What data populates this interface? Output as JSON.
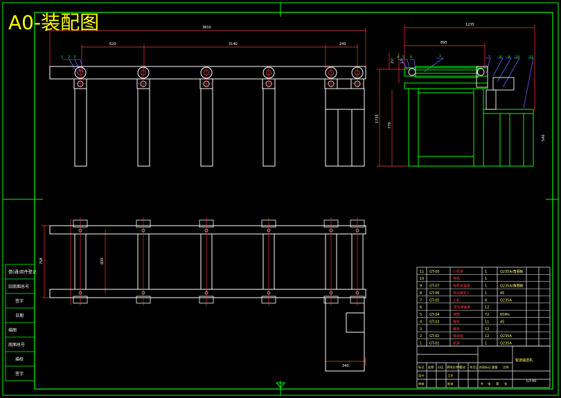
{
  "drawing_title": "A0-装配图",
  "colors": {
    "background": "#000000",
    "frame": "#00ff00",
    "outline": "#ffffff",
    "dimension": "#ff3b3b",
    "leader": "#6a5cff",
    "title": "#ffff00",
    "table_text": "#ffff66",
    "item_number": "#00ff00"
  },
  "front_view": {
    "overall_dim": "3810",
    "dims": [
      "620",
      "3140",
      "240"
    ],
    "item_numbers": [
      "1",
      "2",
      "3"
    ]
  },
  "side_view": {
    "overall_dim": "1235",
    "sub_dim": "895",
    "height_dims": [
      "1735",
      "770",
      "540"
    ],
    "small_dims": [
      "257",
      "377"
    ],
    "item_numbers": [
      "4",
      "5",
      "6",
      "1",
      "7",
      "8",
      "9",
      "10",
      "11"
    ]
  },
  "top_view": {
    "height_dim": "758",
    "inner_dim": "600",
    "motor_dim": "340"
  },
  "left_column_labels": [
    "借(通)用件登记",
    "旧底图总号",
    "签字",
    "日期",
    "描图",
    "底图总号",
    "描校",
    "签字"
  ],
  "bom": [
    {
      "no": "11",
      "code": "GT-00",
      "name": "小机架",
      "qty": "1",
      "material": "Q235A/角钢板"
    },
    {
      "no": "10",
      "code": "",
      "name": "电机",
      "qty": "1",
      "material": ""
    },
    {
      "no": "9",
      "code": "GT-07",
      "name": "电机安装板",
      "qty": "1",
      "material": "Q235A/角钢板"
    },
    {
      "no": "8",
      "code": "GT-06",
      "name": "传动链轮1",
      "qty": "1",
      "material": "45"
    },
    {
      "no": "7",
      "code": "GT-05",
      "name": "上机",
      "qty": "6",
      "material": "Q235A"
    },
    {
      "no": "6",
      "code": "",
      "name": "深沟球轴承",
      "qty": "12",
      "material": ""
    },
    {
      "no": "5",
      "code": "GT-04",
      "name": "滚筒",
      "qty": "72",
      "material": "65Mn"
    },
    {
      "no": "4",
      "code": "GT-03",
      "name": "链轮",
      "qty": "11",
      "material": "45"
    },
    {
      "no": "3",
      "code": "",
      "name": "螺栓",
      "qty": "12",
      "material": ""
    },
    {
      "no": "2",
      "code": "GT-02",
      "name": "轴承座",
      "qty": "12",
      "material": "Q235A"
    },
    {
      "no": "1",
      "code": "GT-01",
      "name": "机架",
      "qty": "1",
      "material": "Q235A"
    }
  ],
  "title_block": {
    "doc_name": "辊道输送机",
    "drawing_no": "GT-00",
    "header_cells": [
      "标记",
      "处数",
      "分区",
      "更改文件号",
      "签名",
      "年月日"
    ],
    "role_cells": [
      "设计",
      "审核",
      "工艺",
      "批准"
    ],
    "stage_cells": [
      "阶段标记",
      "重量",
      "比例"
    ],
    "sheet_cells": [
      "共",
      "张",
      "第",
      "张"
    ]
  }
}
